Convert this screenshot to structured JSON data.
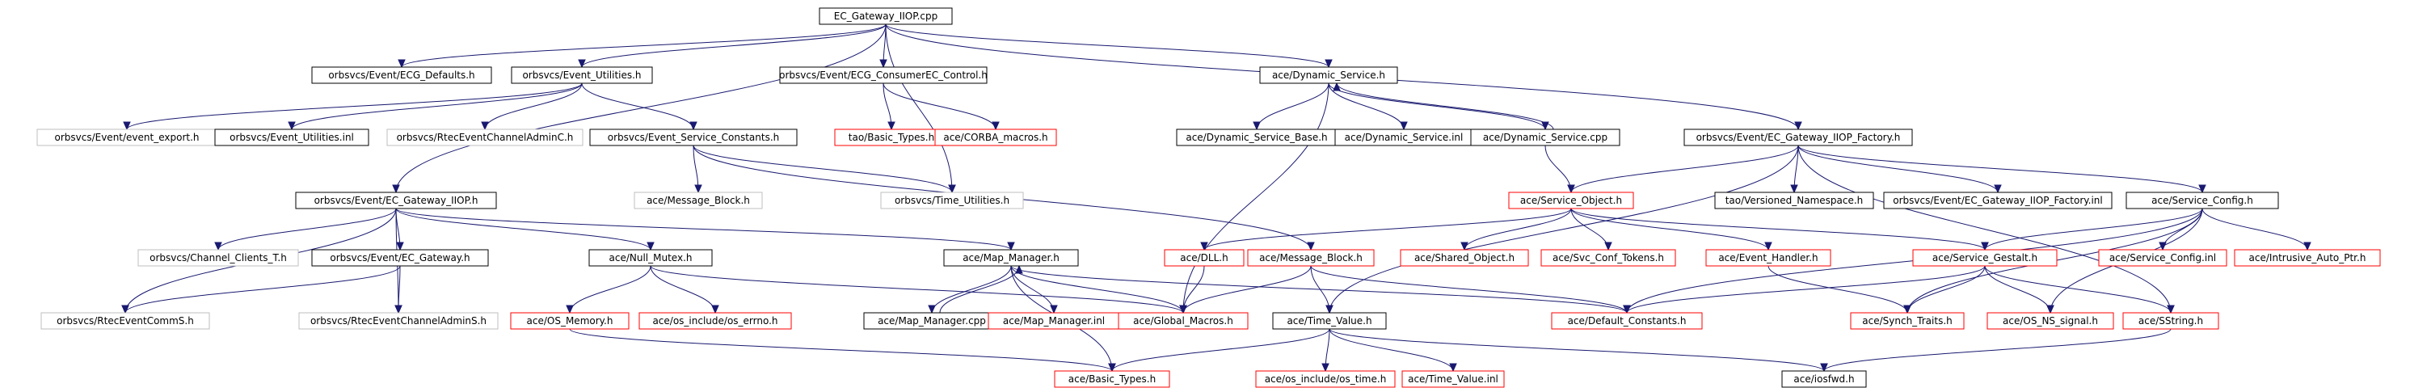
{
  "colors": {
    "edge": "#191970",
    "border_normal": "#000000",
    "border_missing": "#ff0000",
    "border_external": "#bfbfbf",
    "root_fill": "#bfbfbf",
    "node_fill": "#ffffff",
    "text": "#000000"
  },
  "nodes": {
    "root": "EC_Gateway_IIOP.cpp",
    "ecg_defaults": "orbsvcs/Event/ECG_Defaults.h",
    "event_utilities_h": "orbsvcs/Event_Utilities.h",
    "ecg_consumer_ec_control": "orbsvcs/Event/ECG_ConsumerEC_Control.h",
    "dynamic_service_h": "ace/Dynamic_Service.h",
    "ec_gateway_iiop_factory_h": "orbsvcs/Event/EC_Gateway_IIOP_Factory.h",
    "event_export": "orbsvcs/Event/event_export.h",
    "event_utilities_inl": "orbsvcs/Event_Utilities.inl",
    "rtec_event_channel_admin_c": "orbsvcs/RtecEventChannelAdminC.h",
    "event_service_constants": "orbsvcs/Event_Service_Constants.h",
    "tao_basic_types": "tao/Basic_Types.h",
    "corba_macros": "ace/CORBA_macros.h",
    "dynamic_service_base": "ace/Dynamic_Service_Base.h",
    "dynamic_service_inl": "ace/Dynamic_Service.inl",
    "dynamic_service_cpp": "ace/Dynamic_Service.cpp",
    "ec_gateway_iiop_h": "orbsvcs/Event/EC_Gateway_IIOP.h",
    "message_block_plain": "ace/Message_Block.h",
    "time_utilities": "orbsvcs/Time_Utilities.h",
    "service_object": "ace/Service_Object.h",
    "versioned_namespace": "tao/Versioned_Namespace.h",
    "ec_gateway_iiop_factory_inl": "orbsvcs/Event/EC_Gateway_IIOP_Factory.inl",
    "service_config_h": "ace/Service_Config.h",
    "channel_clients_t": "orbsvcs/Channel_Clients_T.h",
    "ec_gateway_h": "orbsvcs/Event/EC_Gateway.h",
    "null_mutex": "ace/Null_Mutex.h",
    "map_manager_h": "ace/Map_Manager.h",
    "dll": "ace/DLL.h",
    "message_block_red": "ace/Message_Block.h",
    "shared_object": "ace/Shared_Object.h",
    "svc_conf_tokens": "ace/Svc_Conf_Tokens.h",
    "event_handler": "ace/Event_Handler.h",
    "service_gestalt": "ace/Service_Gestalt.h",
    "service_config_inl": "ace/Service_Config.inl",
    "intrusive_auto_ptr": "ace/Intrusive_Auto_Ptr.h",
    "rtec_event_comm_s": "orbsvcs/RtecEventCommS.h",
    "rtec_event_channel_admin_s": "orbsvcs/RtecEventChannelAdminS.h",
    "os_memory": "ace/OS_Memory.h",
    "os_errno": "ace/os_include/os_errno.h",
    "map_manager_cpp": "ace/Map_Manager.cpp",
    "map_manager_inl": "ace/Map_Manager.inl",
    "global_macros": "ace/Global_Macros.h",
    "time_value_h": "ace/Time_Value.h",
    "default_constants": "ace/Default_Constants.h",
    "synch_traits": "ace/Synch_Traits.h",
    "os_ns_signal": "ace/OS_NS_signal.h",
    "sstring": "ace/SString.h",
    "ace_basic_types": "ace/Basic_Types.h",
    "os_time": "ace/os_include/os_time.h",
    "time_value_inl": "ace/Time_Value.inl",
    "iosfwd": "ace/iosfwd.h"
  }
}
